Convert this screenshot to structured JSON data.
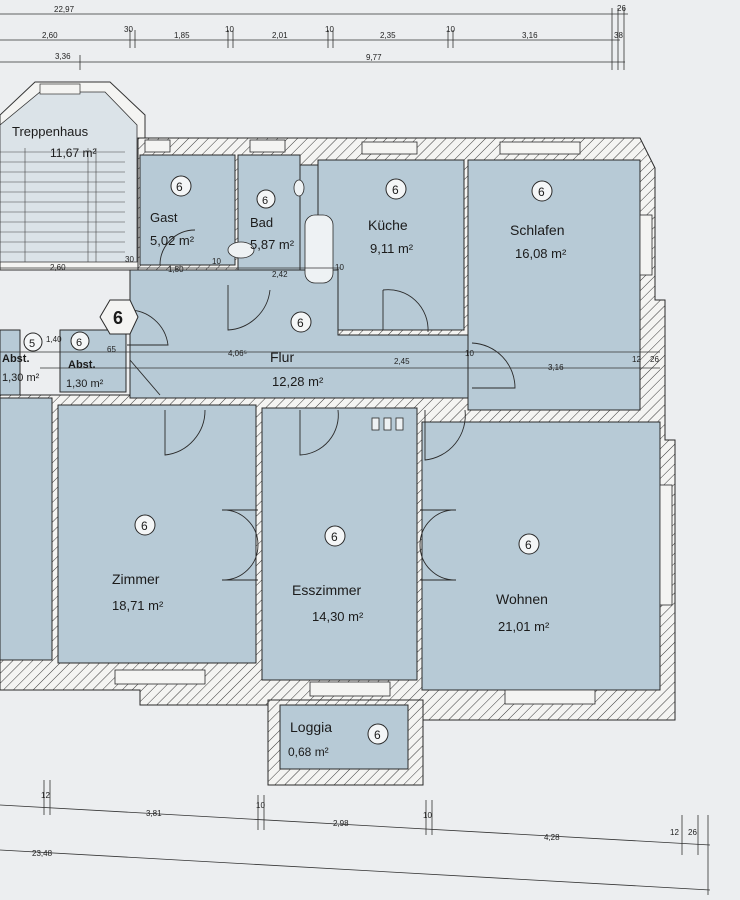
{
  "colors": {
    "paper": "#eceef0",
    "room_fill": "#b7cad6",
    "wall_fill": "#f4f4f2",
    "line": "#2a2a2a"
  },
  "rooms": {
    "treppenhaus": {
      "name": "Treppenhaus",
      "area": "11,67 m²"
    },
    "gast": {
      "name": "Gast",
      "area": "5,02 m²",
      "marker": "6"
    },
    "bad": {
      "name": "Bad",
      "area": "5,87 m²",
      "marker": "6"
    },
    "kueche": {
      "name": "Küche",
      "area": "9,11 m²",
      "marker": "6"
    },
    "schlafen": {
      "name": "Schlafen",
      "area": "16,08 m²",
      "marker": "6"
    },
    "flur": {
      "name": "Flur",
      "area": "12,28 m²",
      "marker": "6"
    },
    "abst1": {
      "name": "Abst.",
      "area": "1,30 m²",
      "marker": "5"
    },
    "abst2": {
      "name": "Abst.",
      "area": "1,30 m²",
      "marker": "6"
    },
    "zimmer": {
      "name": "Zimmer",
      "area": "18,71 m²",
      "marker": "6"
    },
    "esszimmer": {
      "name": "Esszimmer",
      "area": "14,30 m²",
      "marker": "6"
    },
    "wohnen": {
      "name": "Wohnen",
      "area": "21,01 m²",
      "marker": "6"
    },
    "loggia": {
      "name": "Loggia",
      "area": "0,68 m²",
      "marker": "6"
    },
    "stair_marker": "6"
  },
  "dimensions": {
    "top1_total": "22,97",
    "top1_end": "26",
    "top2": [
      "2,60",
      "30",
      "1,85",
      "10",
      "2,01",
      "10",
      "2,35",
      "10",
      "3,16",
      "38"
    ],
    "top3": [
      "3,36",
      "9,77"
    ],
    "inner": [
      "2,60",
      "30",
      "1,50",
      "10",
      "2,42",
      "10",
      "1,40",
      "65",
      "4,06⁵",
      "2,45",
      "10",
      "3,16",
      "12",
      "26"
    ],
    "bottom1": [
      "12",
      "3,81",
      "10",
      "2,98",
      "10",
      "4,28",
      "12",
      "26"
    ],
    "bottom2": "23,48"
  }
}
